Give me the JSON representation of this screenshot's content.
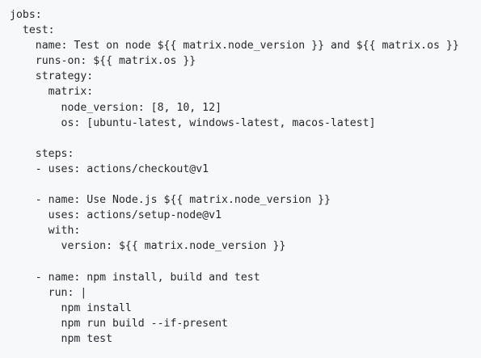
{
  "code": {
    "language": "yaml",
    "lines": [
      "jobs:",
      "  test:",
      "    name: Test on node ${{ matrix.node_version }} and ${{ matrix.os }}",
      "    runs-on: ${{ matrix.os }}",
      "    strategy:",
      "      matrix:",
      "        node_version: [8, 10, 12]",
      "        os: [ubuntu-latest, windows-latest, macos-latest]",
      "",
      "    steps:",
      "    - uses: actions/checkout@v1",
      "",
      "    - name: Use Node.js ${{ matrix.node_version }}",
      "      uses: actions/setup-node@v1",
      "      with:",
      "        version: ${{ matrix.node_version }}",
      "",
      "    - name: npm install, build and test",
      "      run: |",
      "        npm install",
      "        npm run build --if-present",
      "        npm test"
    ]
  }
}
